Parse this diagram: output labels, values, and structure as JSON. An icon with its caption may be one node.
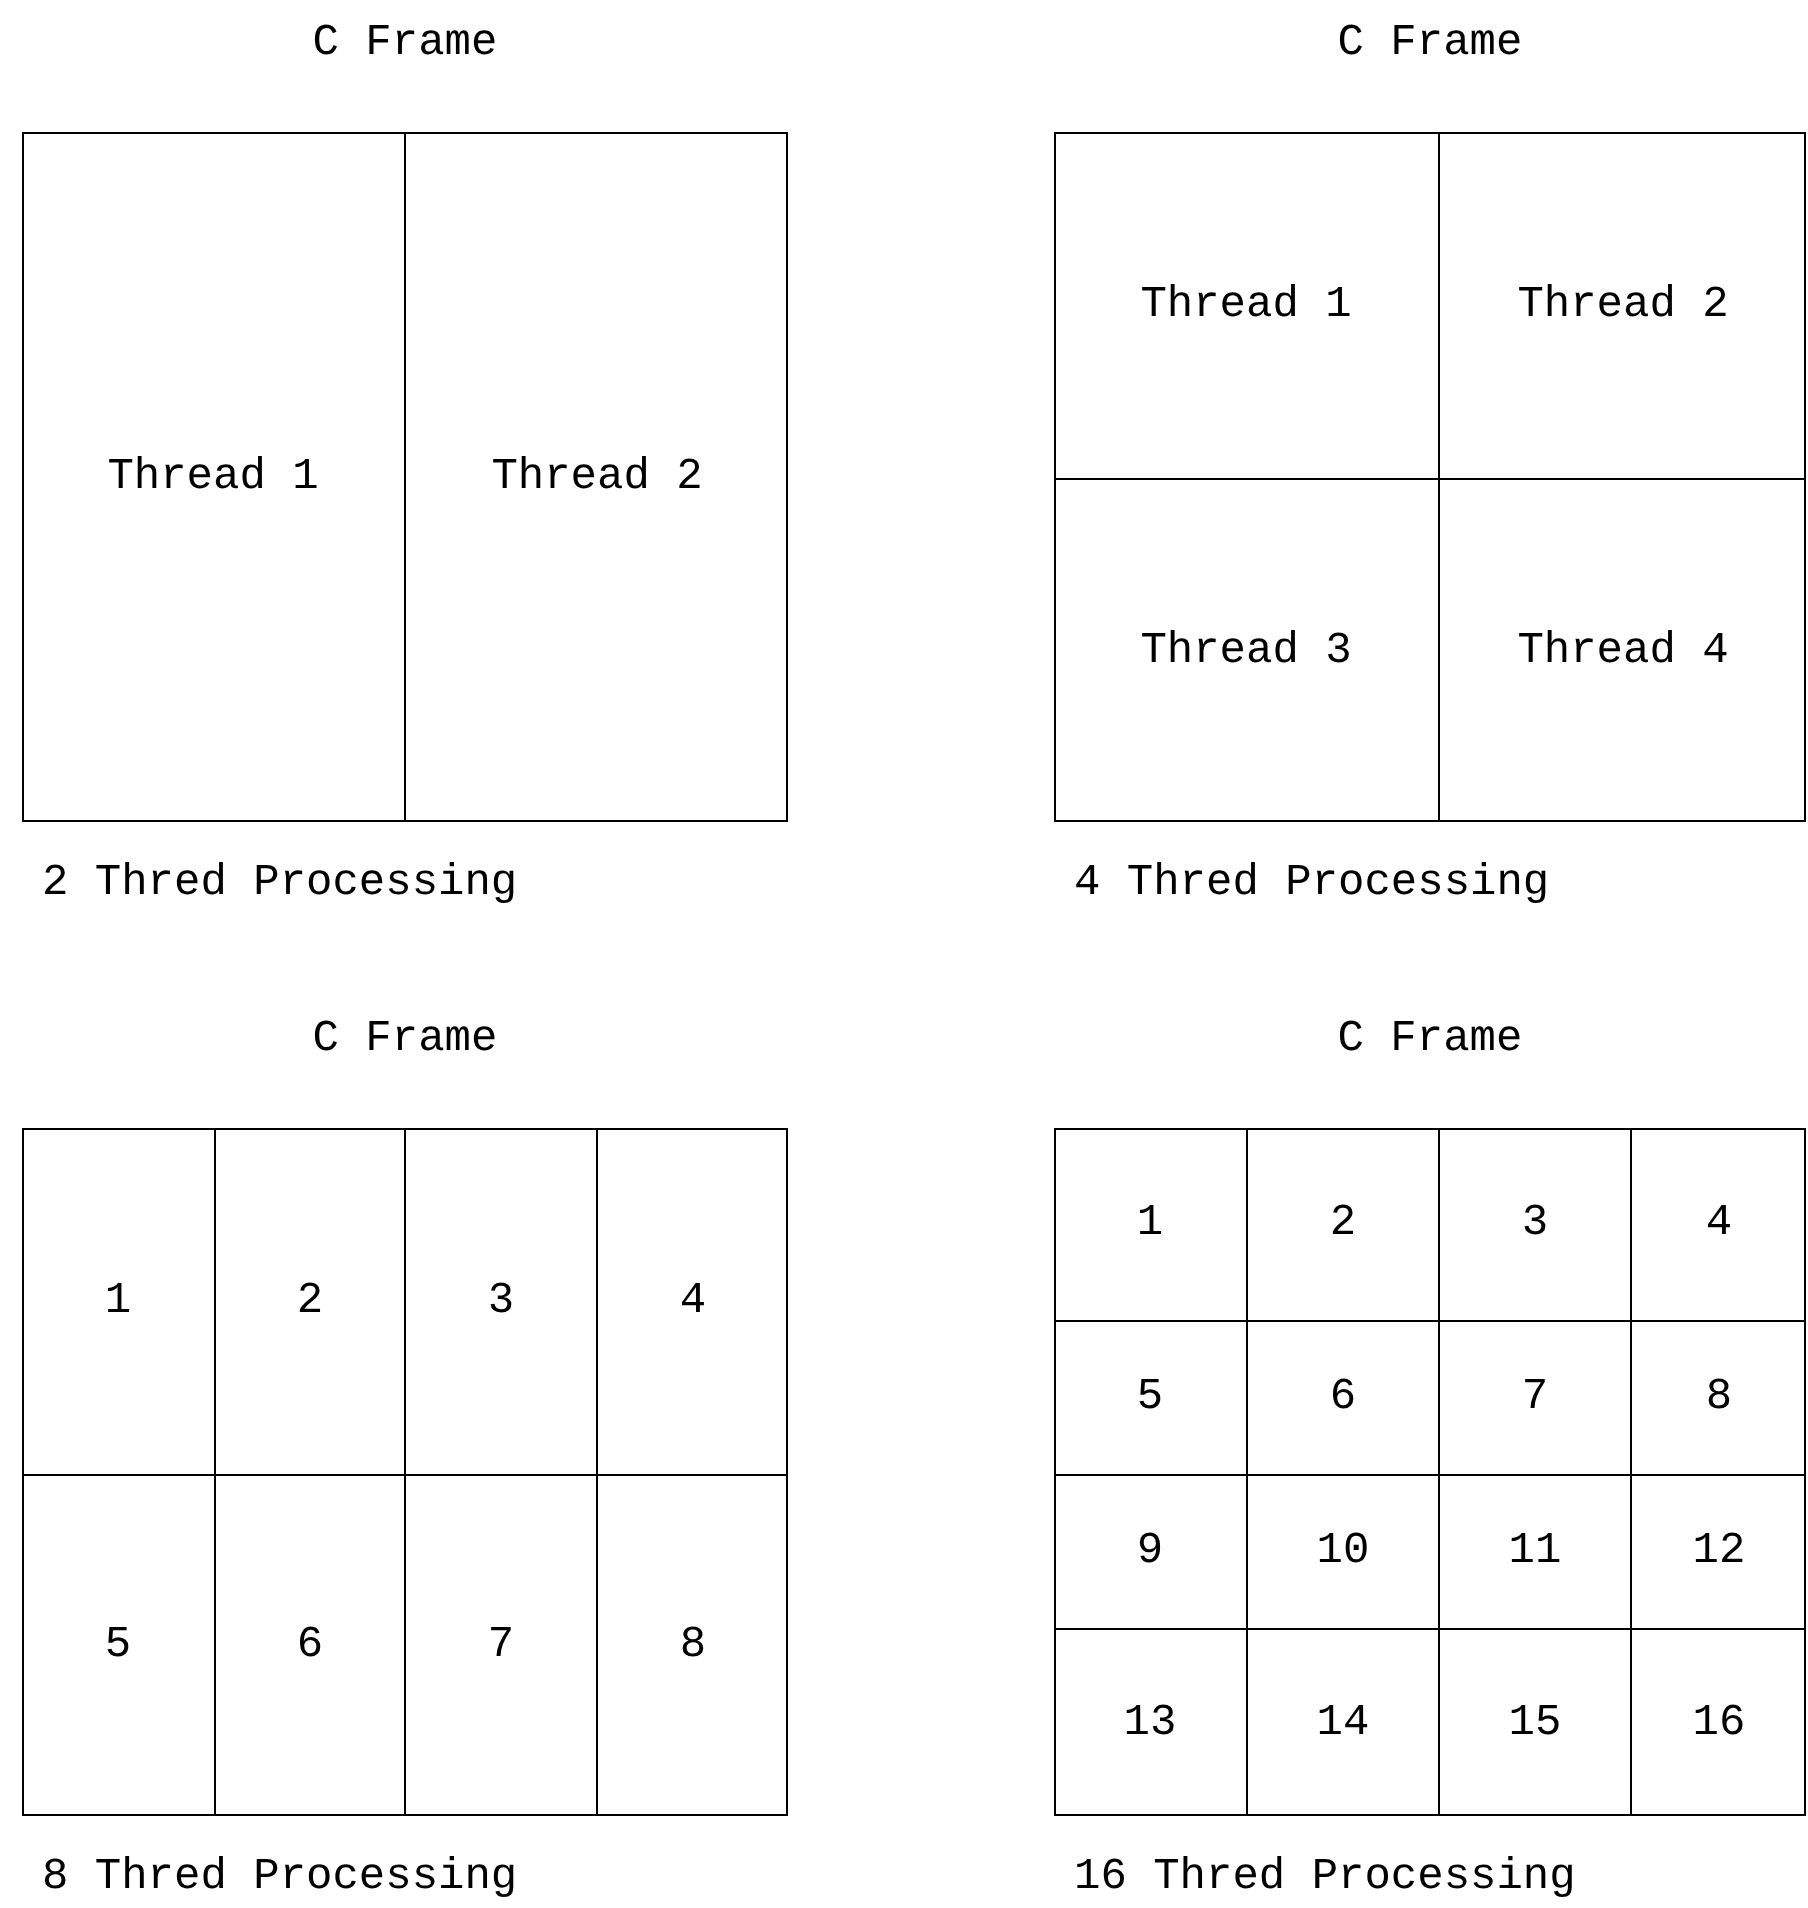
{
  "diagram": {
    "nodes": [
      {
        "text": [
          "C Frame"
        ],
        "beside": [
          "2 Thred Processing"
        ]
      },
      {
        "text": [
          "Thread 1"
        ],
        "in": 0
      },
      {
        "text": [
          "Thread 2"
        ],
        "in": 0
      },
      {
        "text": [
          "C Frame"
        ],
        "beside": [
          "4 Thred Processing"
        ]
      },
      {
        "text": [
          "Thread 1"
        ],
        "in": 3
      },
      {
        "text": [
          "Thread 2"
        ],
        "in": 3
      },
      {
        "text": [
          "Thread 3"
        ],
        "in": 3
      },
      {
        "text": [
          "Thread 4"
        ],
        "in": 3
      },
      {
        "text": [
          "C Frame"
        ],
        "beside": [
          "8 Thred Processing"
        ]
      },
      {
        "text": [
          "1"
        ],
        "in": 8
      },
      {
        "text": [
          "2"
        ],
        "in": 8
      },
      {
        "text": [
          "3"
        ],
        "in": 8
      },
      {
        "text": [
          "4"
        ],
        "in": 8
      },
      {
        "text": [
          "5"
        ],
        "in": 8
      },
      {
        "text": [
          "6"
        ],
        "in": 8
      },
      {
        "text": [
          "7"
        ],
        "in": 8
      },
      {
        "text": [
          "8"
        ],
        "in": 8
      },
      {
        "text": [
          "C Frame"
        ],
        "beside": [
          "16 Thred Processing"
        ]
      },
      {
        "text": [
          "1"
        ],
        "in": 17
      },
      {
        "text": [
          "2"
        ],
        "in": 17
      },
      {
        "text": [
          "3"
        ],
        "in": 17
      },
      {
        "text": [
          "4"
        ],
        "in": 17
      },
      {
        "text": [
          "5"
        ],
        "in": 17
      },
      {
        "text": [
          "6"
        ],
        "in": 17
      },
      {
        "text": [
          "7"
        ],
        "in": 17
      },
      {
        "text": [
          "8"
        ],
        "in": 17
      },
      {
        "text": [
          "9"
        ],
        "in": 17
      },
      {
        "text": [
          "10"
        ],
        "in": 17
      },
      {
        "text": [
          "11"
        ],
        "in": 17
      },
      {
        "text": [
          "12"
        ],
        "in": 17
      },
      {
        "text": [
          "13"
        ],
        "in": 17
      },
      {
        "text": [
          "14"
        ],
        "in": 17
      },
      {
        "text": [
          "15"
        ],
        "in": 17
      },
      {
        "text": [
          "16"
        ],
        "in": 17
      }
    ]
  }
}
